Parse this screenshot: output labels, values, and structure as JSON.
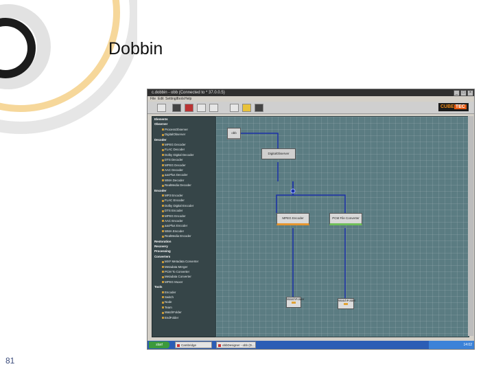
{
  "slide": {
    "title": "Dobbin",
    "page_number": "81"
  },
  "window": {
    "title": "c.dobbin - obb (Connected to * 37.0.0.5)",
    "menu": [
      "File",
      "Edit",
      "Settings",
      "Tools",
      "Help"
    ],
    "logo_left": "CUBE",
    "logo_right": "TEC"
  },
  "tree": [
    {
      "text": "Elements",
      "kind": "sec"
    },
    {
      "text": "Observer",
      "kind": "sec"
    },
    {
      "text": "ProcessObserver",
      "kind": "it"
    },
    {
      "text": "DigitalObserver",
      "kind": "it"
    },
    {
      "text": "Decoder",
      "kind": "sec"
    },
    {
      "text": "MPEG Decoder",
      "kind": "it"
    },
    {
      "text": "FLAC Decoder",
      "kind": "it"
    },
    {
      "text": "Dolby Digital Decoder",
      "kind": "it"
    },
    {
      "text": "DTS Decoder",
      "kind": "it"
    },
    {
      "text": "MPEG Decoder",
      "kind": "it"
    },
    {
      "text": "AAC Decoder",
      "kind": "it"
    },
    {
      "text": "aacPlus Decoder",
      "kind": "it"
    },
    {
      "text": "WMA Decoder",
      "kind": "it"
    },
    {
      "text": "RealMedia Decoder",
      "kind": "it"
    },
    {
      "text": "Encoder",
      "kind": "sec"
    },
    {
      "text": "MP3 Encoder",
      "kind": "it"
    },
    {
      "text": "FLAC Encoder",
      "kind": "it"
    },
    {
      "text": "Dolby Digital Encoder",
      "kind": "it"
    },
    {
      "text": "DTS Encoder",
      "kind": "it"
    },
    {
      "text": "MPEG Encoder",
      "kind": "it"
    },
    {
      "text": "AAC Encoder",
      "kind": "it"
    },
    {
      "text": "aacPlus Encoder",
      "kind": "it"
    },
    {
      "text": "WMA Encoder",
      "kind": "it"
    },
    {
      "text": "RealMedia Encoder",
      "kind": "it"
    },
    {
      "text": "Restoration",
      "kind": "sec"
    },
    {
      "text": "Recovery",
      "kind": "sec"
    },
    {
      "text": "Processing",
      "kind": "sec"
    },
    {
      "text": "Converters",
      "kind": "sec"
    },
    {
      "text": "MXF Metadata Converter",
      "kind": "it"
    },
    {
      "text": "Metadata Merger",
      "kind": "it"
    },
    {
      "text": "PCM To Converter",
      "kind": "it"
    },
    {
      "text": "Metadata Converter",
      "kind": "it"
    },
    {
      "text": "MPEG Muxer",
      "kind": "it"
    },
    {
      "text": "Tools",
      "kind": "sec"
    },
    {
      "text": "Encoder",
      "kind": "it"
    },
    {
      "text": "Switch",
      "kind": "it"
    },
    {
      "text": "Node",
      "kind": "it"
    },
    {
      "text": "Team",
      "kind": "it"
    },
    {
      "text": "WatchFolder",
      "kind": "it"
    },
    {
      "text": "EndFolder",
      "kind": "it"
    }
  ],
  "nodes": {
    "source": "obb",
    "observer": "DigitalObserver",
    "encoder": "MPEG Encoder",
    "converter": "PCM File Converter",
    "out1": "WatchFolder",
    "out2": "WatchFolder"
  },
  "taskbar": {
    "start": "start",
    "tasks": [
      "Cambridge",
      "obbDesigner - obb (D..."
    ],
    "clock": "14:02"
  }
}
